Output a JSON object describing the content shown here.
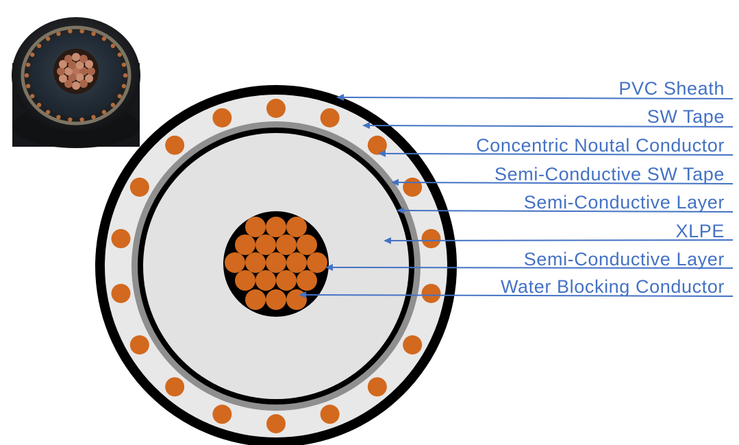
{
  "colors": {
    "background": "#ffffff",
    "sheath": "#000000",
    "tape": "#e8e8e8",
    "copper": "#d2691e",
    "semi_conductive": "#8f8f8f",
    "xlpe": "#e2e2e2",
    "leader": "#4472c4",
    "label_text": "#4472c4"
  },
  "photo": {
    "icon": "cable-cross-section-photo"
  },
  "labels": [
    {
      "id": "pvc-sheath",
      "text": "PVC Sheath"
    },
    {
      "id": "sw-tape",
      "text": "SW Tape"
    },
    {
      "id": "concentric-neutral-conductor",
      "text": "Concentric Noutal Conductor"
    },
    {
      "id": "semi-conductive-sw-tape",
      "text": "Semi-Conductive SW Tape"
    },
    {
      "id": "semi-conductive-layer-outer",
      "text": "Semi-Conductive Layer"
    },
    {
      "id": "xlpe",
      "text": "XLPE"
    },
    {
      "id": "semi-conductive-layer-inner",
      "text": "Semi-Conductive Layer"
    },
    {
      "id": "water-blocking-conductor",
      "text": "Water Blocking Conductor"
    }
  ]
}
